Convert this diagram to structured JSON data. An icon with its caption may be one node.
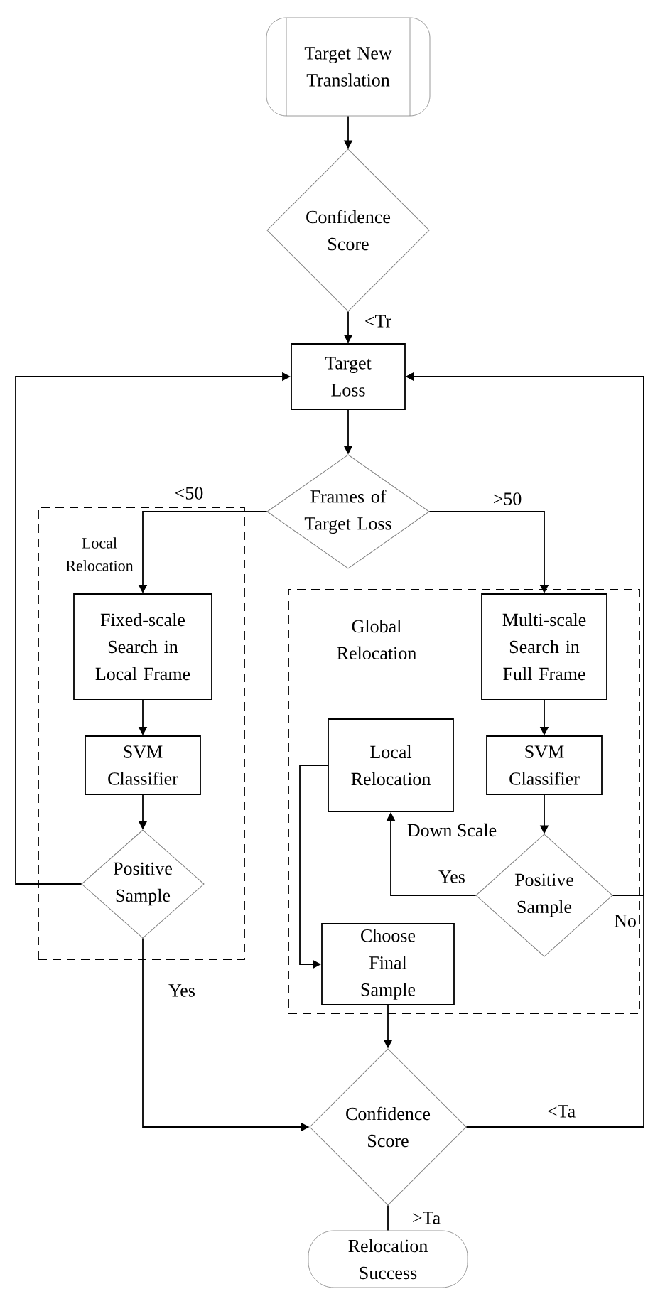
{
  "diagram": {
    "nodes": [
      {
        "text": [
          "Target New Translation"
        ]
      },
      {
        "text": [
          "Confidence Score"
        ]
      },
      {
        "text": [
          "Target Loss"
        ]
      },
      {
        "text": [
          "Frames of Target Loss"
        ]
      },
      {
        "text": [
          "Local Relocation"
        ]
      },
      {
        "text": [
          "Fixed-scale Search in Local Frame"
        ],
        "in": 4
      },
      {
        "text": [
          "SVM Classifier"
        ],
        "in": 4
      },
      {
        "text": [
          "Positive Sample"
        ],
        "in": 4
      },
      {
        "text": [
          "Global Relocation"
        ]
      },
      {
        "text": [
          "Multi-scale Search in Full Frame"
        ],
        "in": 8
      },
      {
        "text": [
          "Local Relocation"
        ],
        "in": 8
      },
      {
        "text": [
          "SVM Classifier"
        ],
        "in": 8
      },
      {
        "text": [
          "Positive Sample"
        ],
        "in": 8
      },
      {
        "text": [
          "Choose Final Sample"
        ],
        "in": 8
      },
      {
        "text": [
          "Confidence Score"
        ]
      },
      {
        "text": [
          "Relocation Success"
        ]
      }
    ],
    "edges": [
      {
        "from": 0,
        "to": 1,
        "arrow": "to"
      },
      {
        "from": 1,
        "to": 2,
        "arrow": "to",
        "label": "<Tr"
      },
      {
        "from": 2,
        "to": 3,
        "arrow": "to"
      },
      {
        "from": 3,
        "to": 5,
        "arrow": "to",
        "label": "<50"
      },
      {
        "from": 3,
        "to": 9,
        "arrow": "to",
        "label": ">50"
      },
      {
        "from": 5,
        "to": 6,
        "arrow": "to"
      },
      {
        "from": 6,
        "to": 7,
        "arrow": "to"
      },
      {
        "from": 7,
        "to": 2,
        "arrow": "to"
      },
      {
        "from": 7,
        "to": 14,
        "arrow": "to",
        "label": "Yes"
      },
      {
        "from": 9,
        "to": 11,
        "arrow": "to"
      },
      {
        "from": 11,
        "to": 12,
        "arrow": "to"
      },
      {
        "from": 12,
        "to": 10,
        "arrow": "to",
        "label": "Yes"
      },
      {
        "from": 12,
        "to": 2,
        "arrow": "to",
        "label": "No"
      },
      {
        "from": 10,
        "to": 13,
        "arrow": "to"
      },
      {
        "from": 13,
        "to": 14,
        "arrow": "to"
      },
      {
        "from": 14,
        "to": 2,
        "arrow": "to",
        "label": "<Ta"
      },
      {
        "from": 14,
        "to": 15,
        "arrow": "none",
        "label": ">Ta"
      }
    ],
    "labels": [
      "Down Scale"
    ]
  }
}
